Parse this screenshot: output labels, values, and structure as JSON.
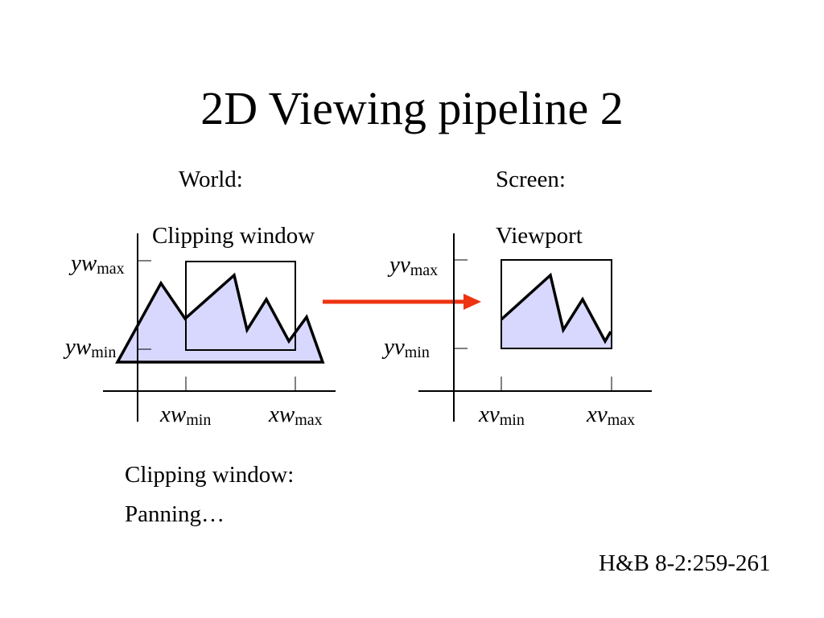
{
  "title": "2D Viewing pipeline 2",
  "world": {
    "heading": "World:",
    "caption": "Clipping window",
    "y_max_var": "yw",
    "y_max_sub": "max",
    "y_min_var": "yw",
    "y_min_sub": "min",
    "x_min_var": "xw",
    "x_min_sub": "min",
    "x_max_var": "xw",
    "x_max_sub": "max"
  },
  "screen": {
    "heading": "Screen:",
    "caption": "Viewport",
    "y_max_var": "yv",
    "y_max_sub": "max",
    "y_min_var": "yv",
    "y_min_sub": "min",
    "x_min_var": "xv",
    "x_min_sub": "min",
    "x_max_var": "xv",
    "x_max_sub": "max"
  },
  "notes": {
    "line1": "Clipping window:",
    "line2": "Panning…"
  },
  "reference": "H&B 8-2:259-261",
  "colors": {
    "fill": "#d8d8ff",
    "arrow": "#ee3311",
    "stroke": "#000000"
  }
}
